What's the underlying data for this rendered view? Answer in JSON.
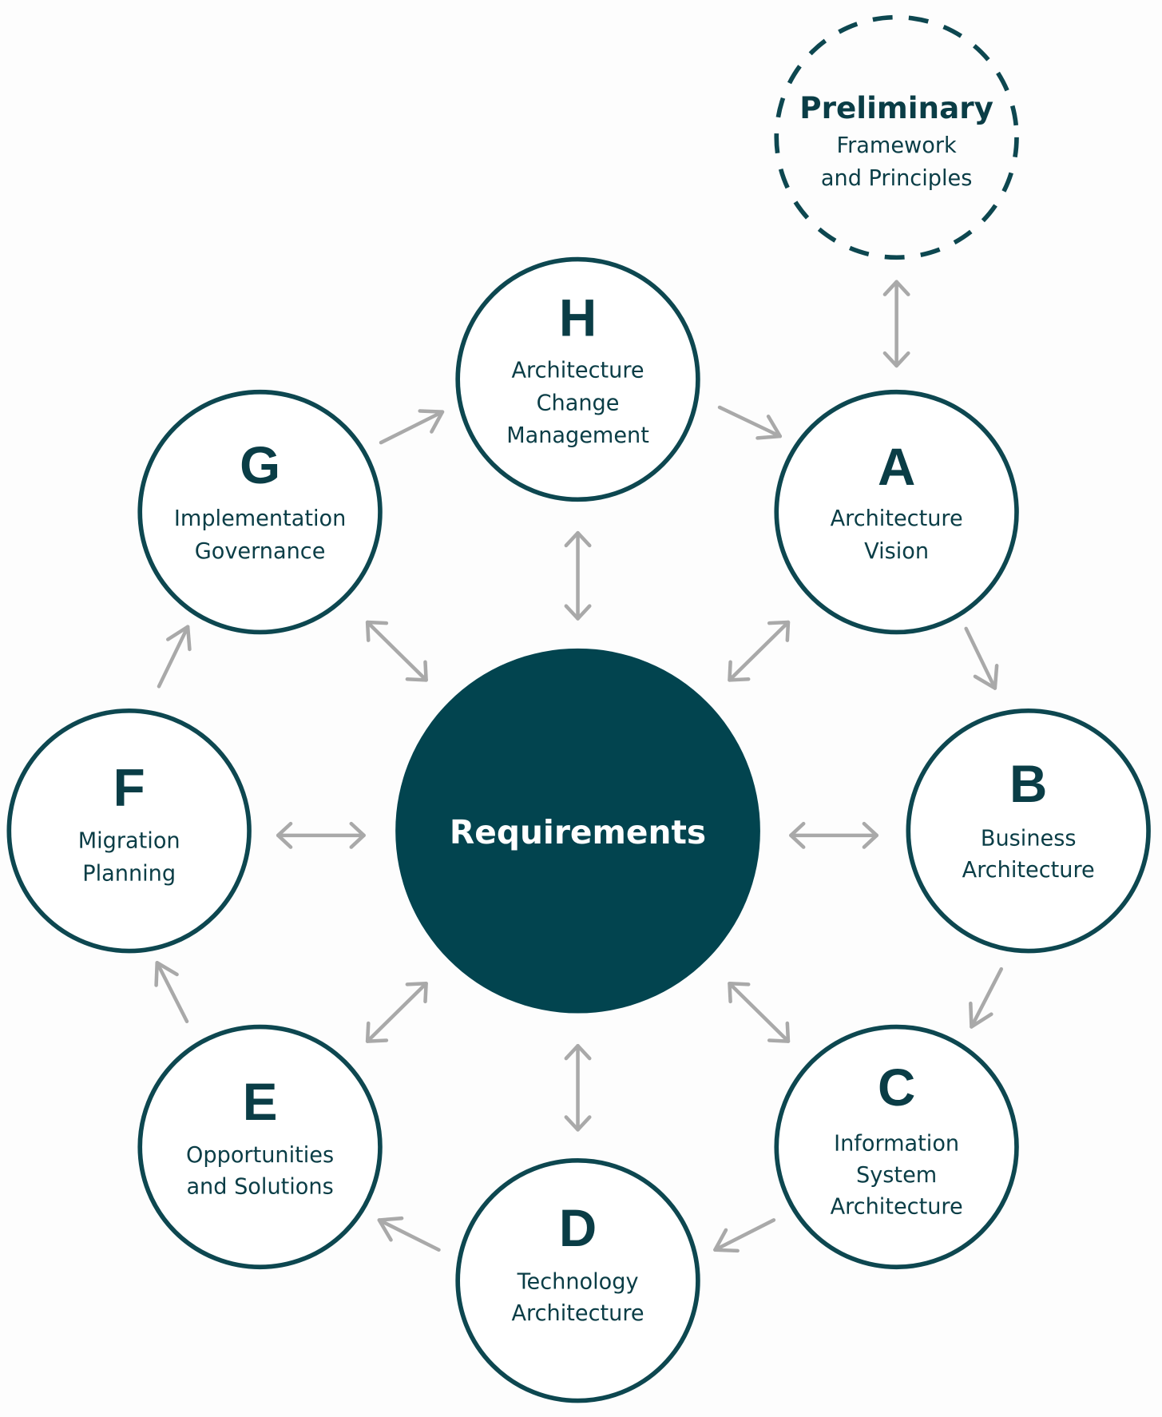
{
  "diagram": {
    "title": "Architecture Development Method Cycle",
    "colors": {
      "primary": "#0d4750",
      "core_fill": "#02444f",
      "arrow": "#a9a9a9",
      "background": "#fdfdfd"
    },
    "preliminary": {
      "title": "Preliminary",
      "lines": [
        "Framework",
        "and Principles"
      ]
    },
    "core": {
      "label": "Requirements"
    },
    "phases": [
      {
        "id": "H",
        "letter": "H",
        "lines": [
          "Architecture",
          "Change",
          "Management"
        ]
      },
      {
        "id": "A",
        "letter": "A",
        "lines": [
          "Architecture",
          "Vision"
        ]
      },
      {
        "id": "B",
        "letter": "B",
        "lines": [
          "Business",
          "Architecture"
        ]
      },
      {
        "id": "C",
        "letter": "C",
        "lines": [
          "Information",
          "System",
          "Architecture"
        ]
      },
      {
        "id": "D",
        "letter": "D",
        "lines": [
          "Technology",
          "Architecture"
        ]
      },
      {
        "id": "E",
        "letter": "E",
        "lines": [
          "Opportunities",
          "and Solutions"
        ]
      },
      {
        "id": "F",
        "letter": "F",
        "lines": [
          "Migration",
          "Planning"
        ]
      },
      {
        "id": "G",
        "letter": "G",
        "lines": [
          "Implementation",
          "Governance"
        ]
      }
    ],
    "cycle_order": [
      "A",
      "B",
      "C",
      "D",
      "E",
      "F",
      "G",
      "H",
      "A"
    ],
    "bidirectional_links": [
      [
        "Preliminary",
        "A"
      ],
      [
        "Requirements",
        "A"
      ],
      [
        "Requirements",
        "B"
      ],
      [
        "Requirements",
        "C"
      ],
      [
        "Requirements",
        "D"
      ],
      [
        "Requirements",
        "E"
      ],
      [
        "Requirements",
        "F"
      ],
      [
        "Requirements",
        "G"
      ],
      [
        "Requirements",
        "H"
      ]
    ]
  }
}
